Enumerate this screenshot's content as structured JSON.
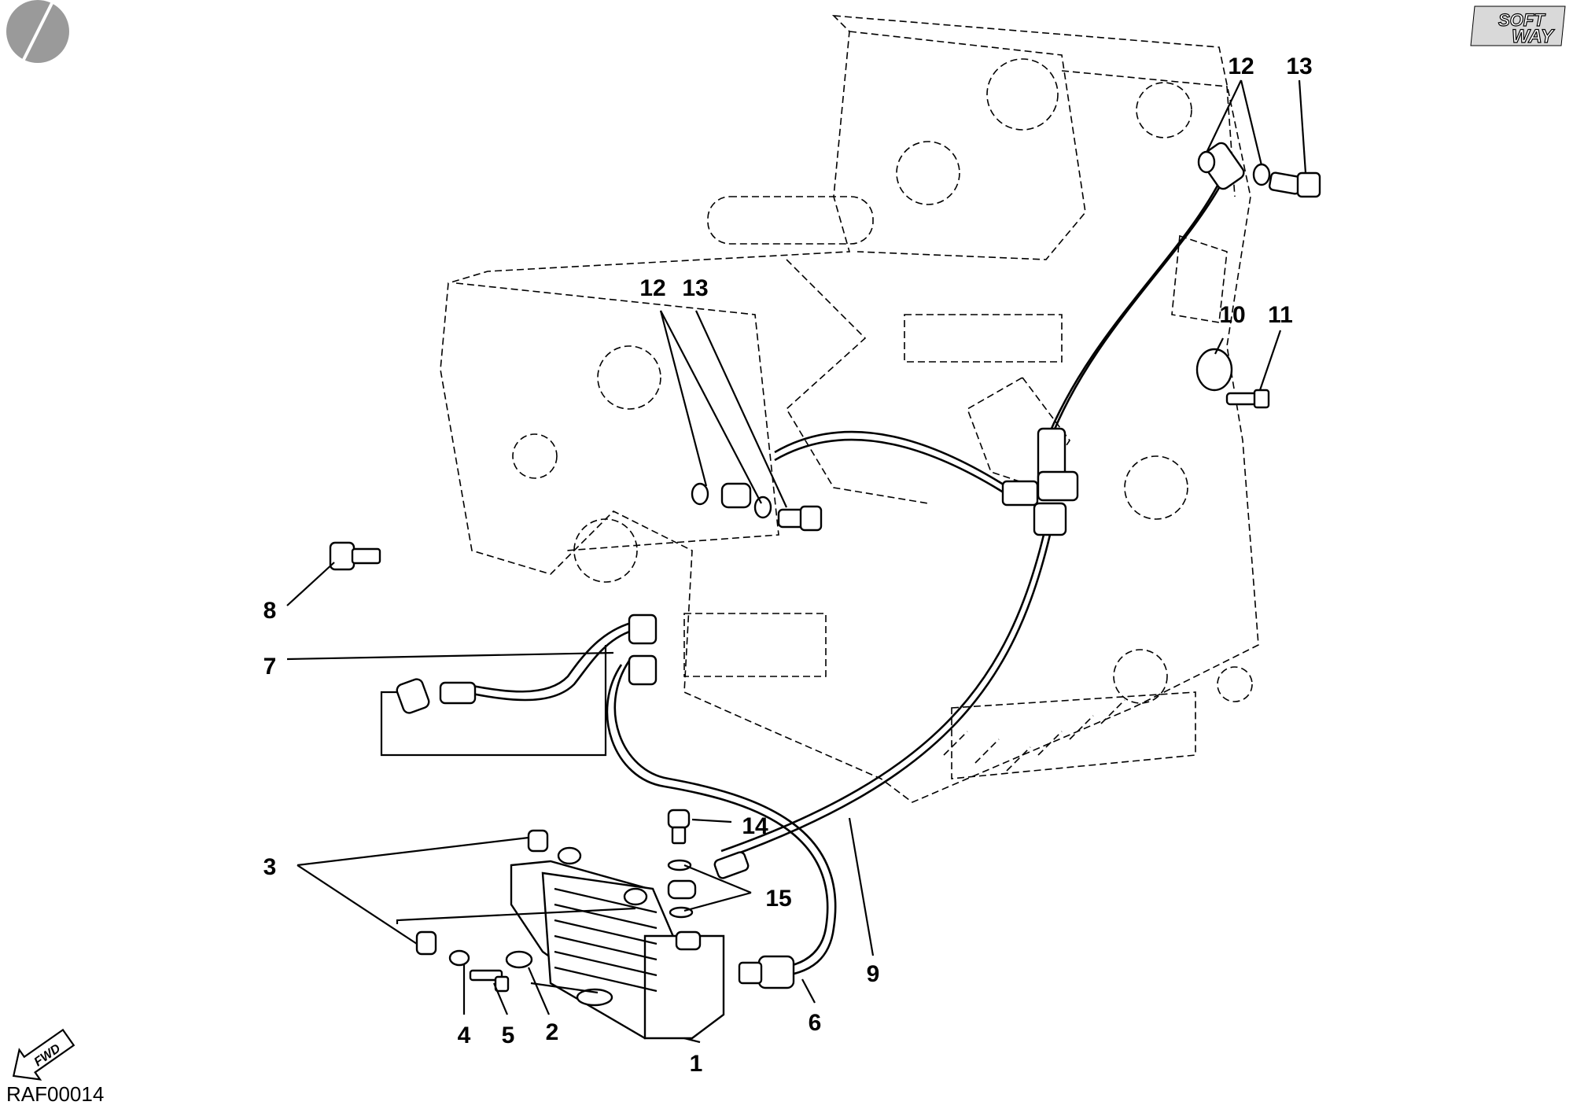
{
  "header": {
    "logo_icon": "half-circle-logo-icon",
    "brand_line1": "SOFT",
    "brand_line2": "WAY"
  },
  "footer": {
    "reference": "RAF00014",
    "fwd_label": "FWD",
    "fwd_icon": "fwd-arrow-icon"
  },
  "callouts": {
    "c1": "1",
    "c2": "2",
    "c3": "3",
    "c4": "4",
    "c5": "5",
    "c6": "6",
    "c7": "7",
    "c8": "8",
    "c9": "9",
    "c10": "10",
    "c11": "11",
    "c12a": "12",
    "c12b": "12",
    "c13a": "13",
    "c13b": "13",
    "c14": "14",
    "c15": "15"
  }
}
